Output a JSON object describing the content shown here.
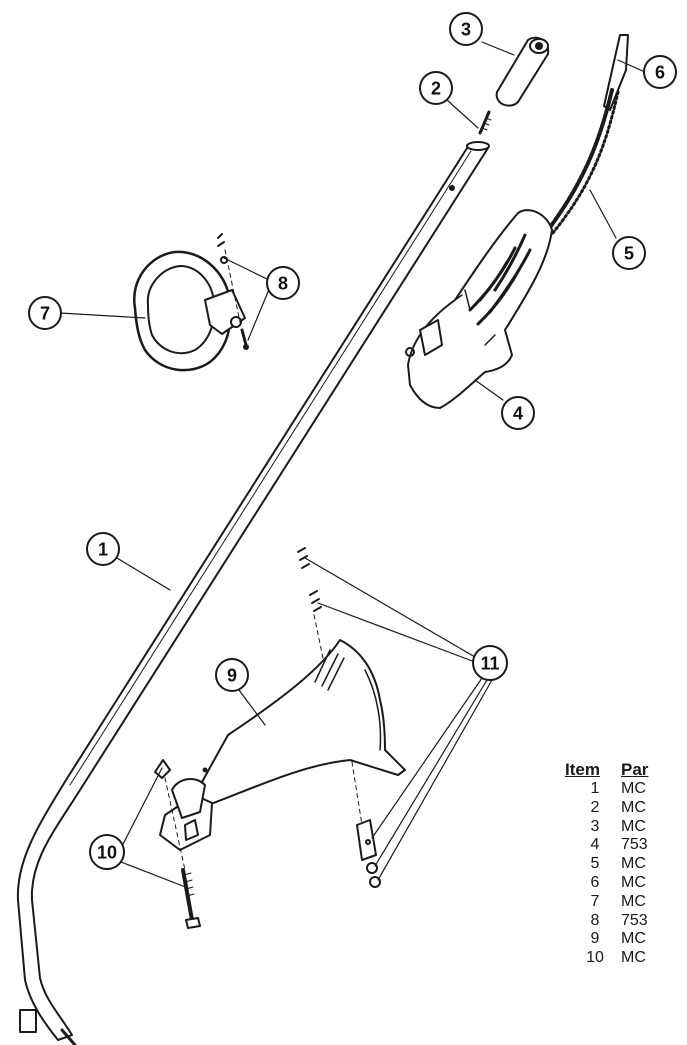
{
  "callouts": {
    "c1": "1",
    "c2": "2",
    "c3": "3",
    "c4": "4",
    "c5": "5",
    "c6": "6",
    "c7": "7",
    "c8": "8",
    "c9": "9",
    "c10": "10",
    "c11": "11"
  },
  "parts_table": {
    "header_item": "Item",
    "header_part": "Par",
    "rows": [
      {
        "item": "1",
        "part": "MC"
      },
      {
        "item": "2",
        "part": "MC"
      },
      {
        "item": "3",
        "part": "MC"
      },
      {
        "item": "4",
        "part": "753"
      },
      {
        "item": "5",
        "part": "MC"
      },
      {
        "item": "6",
        "part": "MC"
      },
      {
        "item": "7",
        "part": "MC"
      },
      {
        "item": "8",
        "part": "753"
      },
      {
        "item": "9",
        "part": "MC"
      },
      {
        "item": "10",
        "part": "MC"
      }
    ]
  }
}
